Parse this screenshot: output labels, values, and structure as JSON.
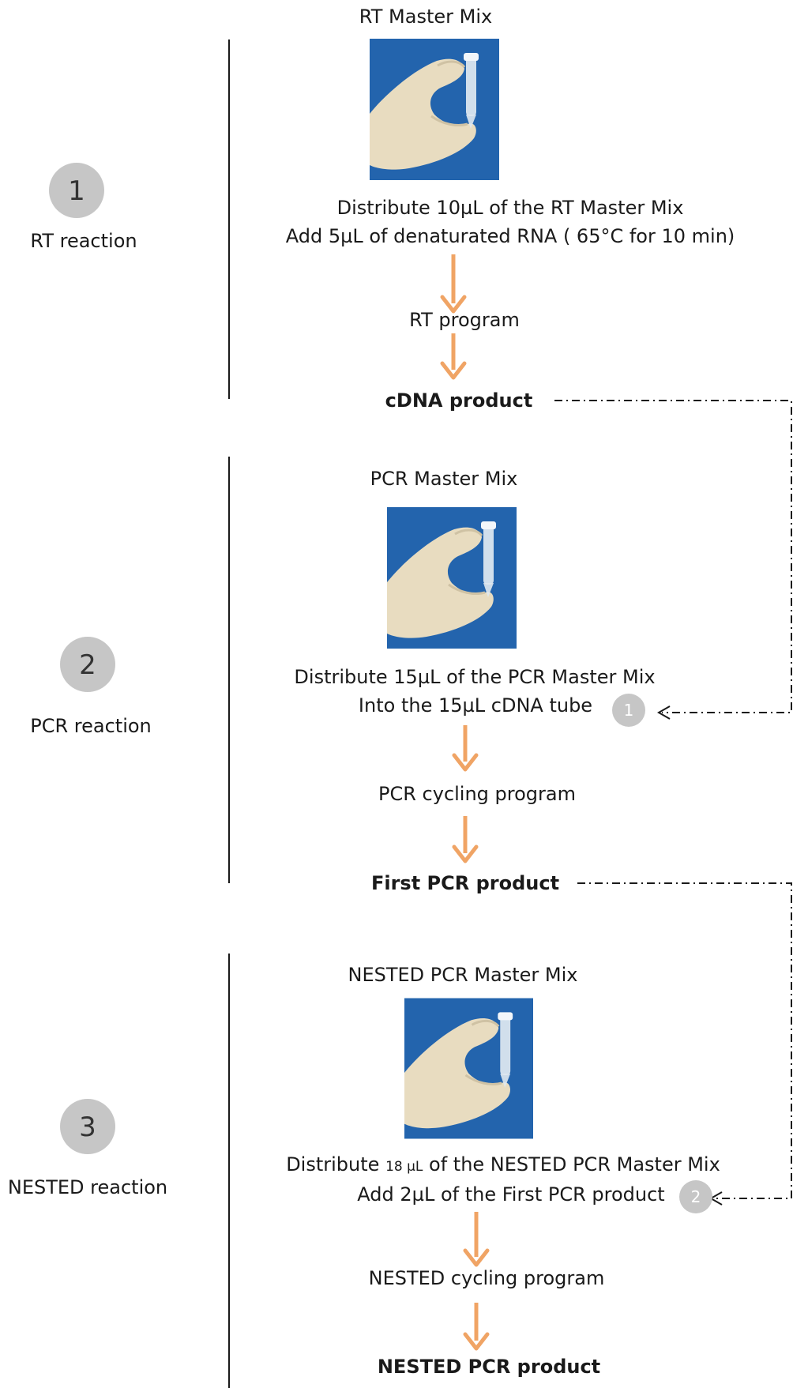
{
  "colors": {
    "arrow": "#f0a465",
    "badge_fill": "#c6c6c6",
    "badge_text": "#ffffff",
    "line": "#1a1a1a",
    "photo_bg": "#1f5fa8",
    "glove": "#e8dcc0"
  },
  "stages": [
    {
      "number": "1",
      "label": "RT reaction",
      "master_mix_title": "RT Master Mix",
      "step_line_1": "Distribute 10µL of the RT Master Mix",
      "step_line_2": "Add 5µL of denaturated RNA ( 65°C for 10 min)",
      "program": "RT program",
      "product": "cDNA product"
    },
    {
      "number": "2",
      "label": "PCR reaction",
      "master_mix_title": "PCR Master Mix",
      "step_line_1": "Distribute 15µL of the PCR Master Mix",
      "step_line_2": "Into the  15µL cDNA  tube",
      "step_ref_badge": "1",
      "program": "PCR cycling program",
      "product": "First PCR product"
    },
    {
      "number": "3",
      "label": "NESTED reaction",
      "master_mix_title": "NESTED PCR Master Mix",
      "step_line_1_prefix": "Distribute ",
      "step_line_1_volume": "18 µL",
      "step_line_1_suffix": " of the NESTED PCR Master Mix",
      "step_line_2": "Add 2µL of the First PCR product",
      "step_ref_badge": "2",
      "program": "NESTED cycling program",
      "product": "NESTED PCR product"
    }
  ],
  "images": {
    "tube_photo": "hand-holding-tube-photo"
  }
}
